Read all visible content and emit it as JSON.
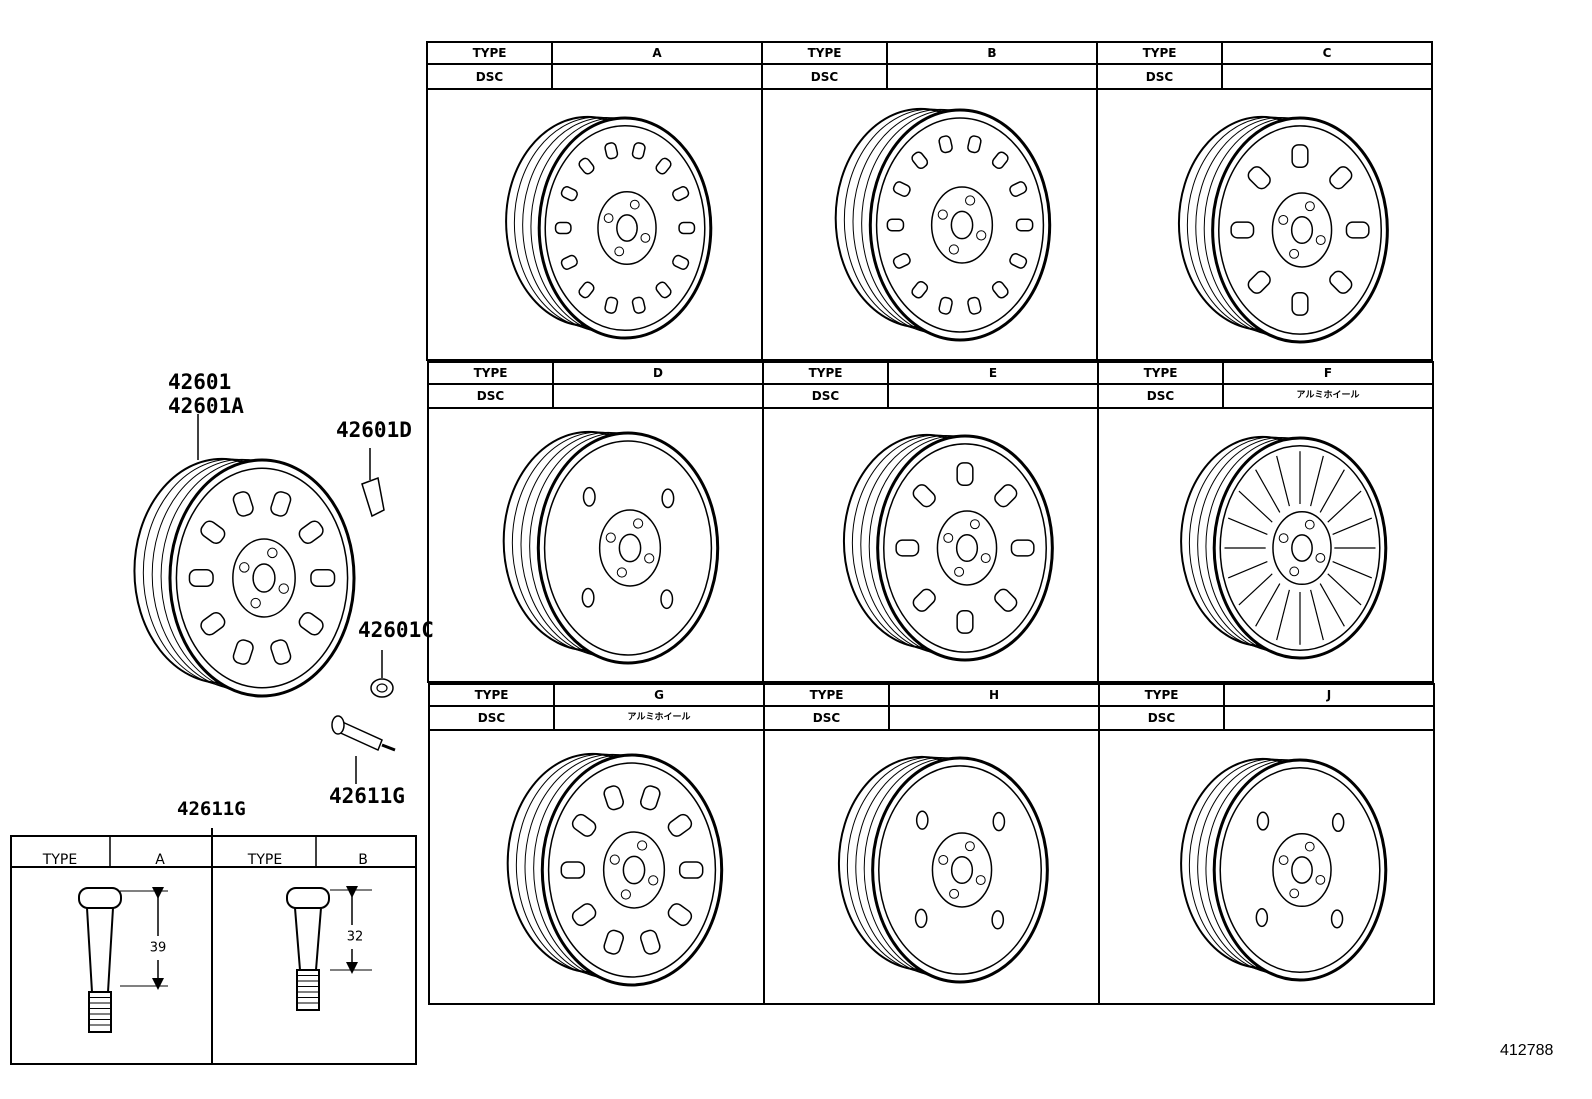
{
  "diagram_id": "412788",
  "part_labels": {
    "wheel_a": "42601",
    "wheel_b": "42601A",
    "part_d": "42601D",
    "part_c": "42601C",
    "part_g_side": "42611G",
    "part_g_table": "42611G"
  },
  "header_labels": {
    "type": "TYPE",
    "dsc": "DSC"
  },
  "wheel_types": [
    {
      "type": "A",
      "dsc": ""
    },
    {
      "type": "B",
      "dsc": ""
    },
    {
      "type": "C",
      "dsc": ""
    },
    {
      "type": "D",
      "dsc": ""
    },
    {
      "type": "E",
      "dsc": ""
    },
    {
      "type": "F",
      "dsc": "アルミホイール"
    },
    {
      "type": "G",
      "dsc": "アルミホイール"
    },
    {
      "type": "H",
      "dsc": ""
    },
    {
      "type": "J",
      "dsc": ""
    }
  ],
  "valve_table": {
    "header_label": "TYPE",
    "types": [
      {
        "type": "A",
        "dimension": "39"
      },
      {
        "type": "B",
        "dimension": "32"
      }
    ]
  }
}
